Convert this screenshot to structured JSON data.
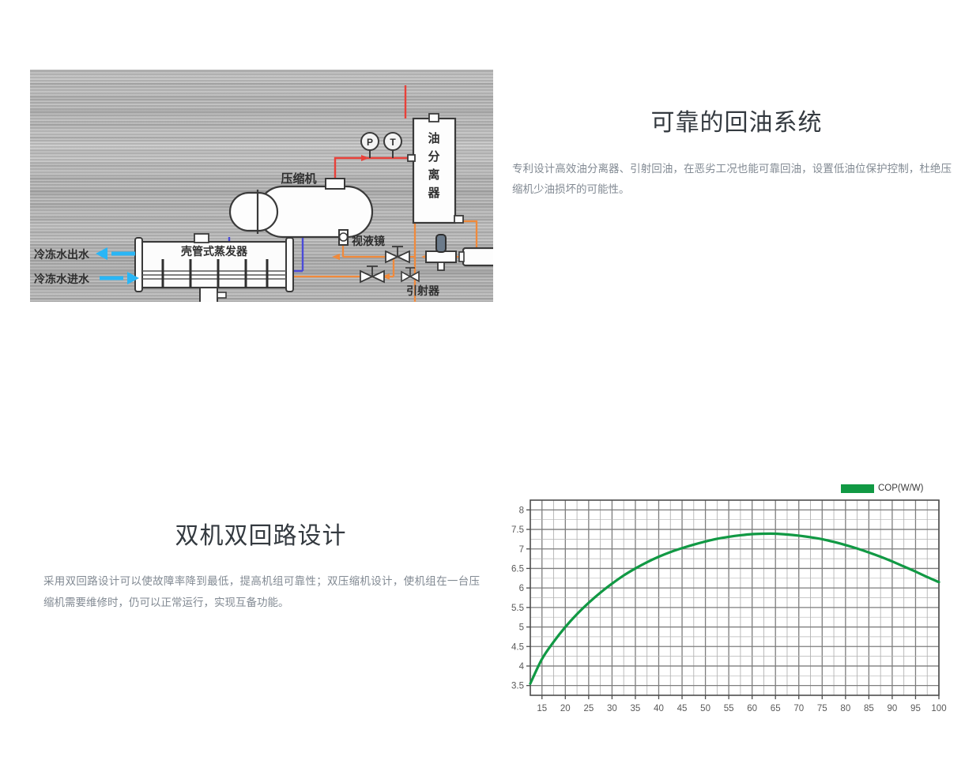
{
  "section1": {
    "title": "可靠的回油系统",
    "body": "专利设计高效油分离器、引射回油，在恶劣工况也能可靠回油，设置低油位保护控制，杜绝压缩机少油损坏的可能性。",
    "diagram": {
      "labels": {
        "compressor": "压缩机",
        "oil_separator": "油分离器",
        "sight_glass": "视液镜",
        "ejector": "引射器",
        "evaporator": "壳管式蒸发器",
        "chilled_water_out": "冷冻水出水",
        "chilled_water_in": "冷冻水进水",
        "gauge_pressure": "P",
        "gauge_temperature": "T"
      },
      "colors": {
        "discharge_line": "#e8413a",
        "suction_line": "#4b4bd8",
        "oil_line": "#f08a3c",
        "water_arrow": "#29b6f6",
        "equipment_stroke": "#3a3a3a"
      }
    }
  },
  "section2": {
    "title": "双机双回路设计",
    "body": "采用双回路设计可以使故障率降到最低，提高机组可靠性；双压缩机设计，使机组在一台压缩机需要维修时，仍可以正常运行，实现互备功能。"
  },
  "chart_data": {
    "type": "line",
    "title": "",
    "xlabel": "",
    "ylabel": "",
    "legend": [
      {
        "name": "COP(W/W)",
        "color": "#119944"
      }
    ],
    "legend_position": "top-right",
    "grid": true,
    "xlim": [
      12.5,
      100
    ],
    "ylim": [
      3.25,
      8.25
    ],
    "xticks": [
      15,
      20,
      25,
      30,
      35,
      40,
      45,
      50,
      55,
      60,
      65,
      70,
      75,
      80,
      85,
      90,
      95,
      100
    ],
    "yticks": [
      3.5,
      4,
      4.5,
      5,
      5.5,
      6,
      6.5,
      7,
      7.5,
      8
    ],
    "series": [
      {
        "name": "COP(W/W)",
        "color": "#119944",
        "x": [
          12.5,
          15,
          17.5,
          20,
          22.5,
          25,
          27.5,
          30,
          32.5,
          35,
          37.5,
          40,
          42.5,
          45,
          47.5,
          50,
          52.5,
          55,
          57.5,
          60,
          62.5,
          65,
          67.5,
          70,
          72.5,
          75,
          77.5,
          80,
          82.5,
          85,
          87.5,
          90,
          92.5,
          95,
          97.5,
          100
        ],
        "values": [
          3.55,
          4.18,
          4.62,
          5.0,
          5.33,
          5.62,
          5.88,
          6.11,
          6.32,
          6.5,
          6.66,
          6.8,
          6.92,
          7.02,
          7.11,
          7.19,
          7.26,
          7.31,
          7.35,
          7.38,
          7.39,
          7.39,
          7.37,
          7.34,
          7.3,
          7.25,
          7.18,
          7.1,
          7.01,
          6.91,
          6.8,
          6.68,
          6.55,
          6.42,
          6.28,
          6.15
        ]
      }
    ]
  }
}
